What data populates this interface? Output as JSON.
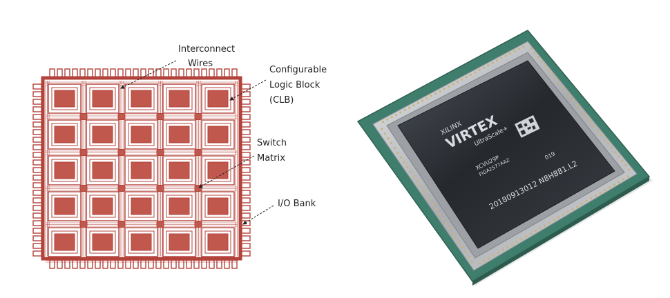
{
  "diagram": {
    "labels": {
      "interconnect": [
        "Interconnect",
        "Wires"
      ],
      "clb": [
        "Configurable",
        "Logic Block",
        "(CLB)"
      ],
      "switch": [
        "Switch",
        "Matrix"
      ],
      "io": [
        "I/O Bank"
      ]
    }
  },
  "photo": {
    "chip_text": {
      "brand": "XILINX",
      "family": "VIRTEX",
      "series": "UltraScale+",
      "part": "XCVU29P",
      "lot": "FIGA2577AAZ",
      "serial": "20180913012 N8H881.L2",
      "date": "019"
    }
  },
  "colors": {
    "brick": "#b3423a",
    "brick_fill": "#c0584e",
    "pcb": "#3f7d6c",
    "metal": "#b9bcc0",
    "die": "#2a2d32"
  }
}
